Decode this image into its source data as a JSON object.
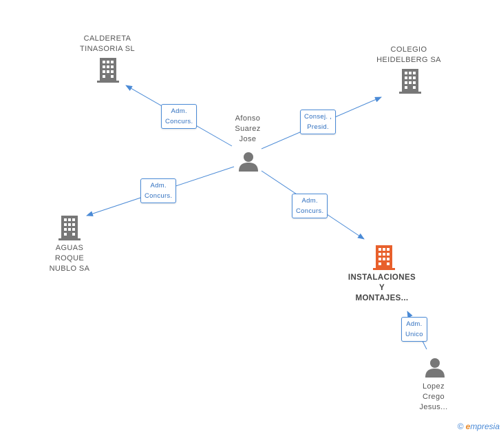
{
  "nodes": {
    "caldereta": {
      "lines": [
        "CALDERETA",
        "TINASORIA SL"
      ],
      "type": "company",
      "color": "#777777"
    },
    "colegio": {
      "lines": [
        "COLEGIO",
        "HEIDELBERG SA"
      ],
      "type": "company",
      "color": "#777777"
    },
    "afonso": {
      "lines": [
        "Afonso",
        "Suarez",
        "Jose"
      ],
      "type": "person",
      "color": "#777777"
    },
    "aguas": {
      "lines": [
        "AGUAS",
        "ROQUE",
        "NUBLO SA"
      ],
      "type": "company",
      "color": "#777777"
    },
    "instalaciones": {
      "lines": [
        "INSTALACIONES",
        "Y",
        "MONTAJES..."
      ],
      "type": "company",
      "color": "#e8602c"
    },
    "lopez": {
      "lines": [
        "Lopez",
        "Crego",
        "Jesus..."
      ],
      "type": "person",
      "color": "#777777"
    }
  },
  "edges": {
    "afonso_caldereta": {
      "lines": [
        "Adm.",
        "Concurs."
      ]
    },
    "afonso_colegio": {
      "lines": [
        "Consej. ,",
        "Presid."
      ]
    },
    "afonso_aguas": {
      "lines": [
        "Adm.",
        "Concurs."
      ]
    },
    "afonso_instalaciones": {
      "lines": [
        "Adm.",
        "Concurs."
      ]
    },
    "lopez_instalaciones": {
      "lines": [
        "Adm.",
        "Unico"
      ]
    }
  },
  "footer": {
    "copyright": "©",
    "brand_initial": "e",
    "brand_rest": "mpresia"
  },
  "colors": {
    "edge": "#4a8ad6",
    "icon": "#777777",
    "highlight": "#e8602c"
  }
}
